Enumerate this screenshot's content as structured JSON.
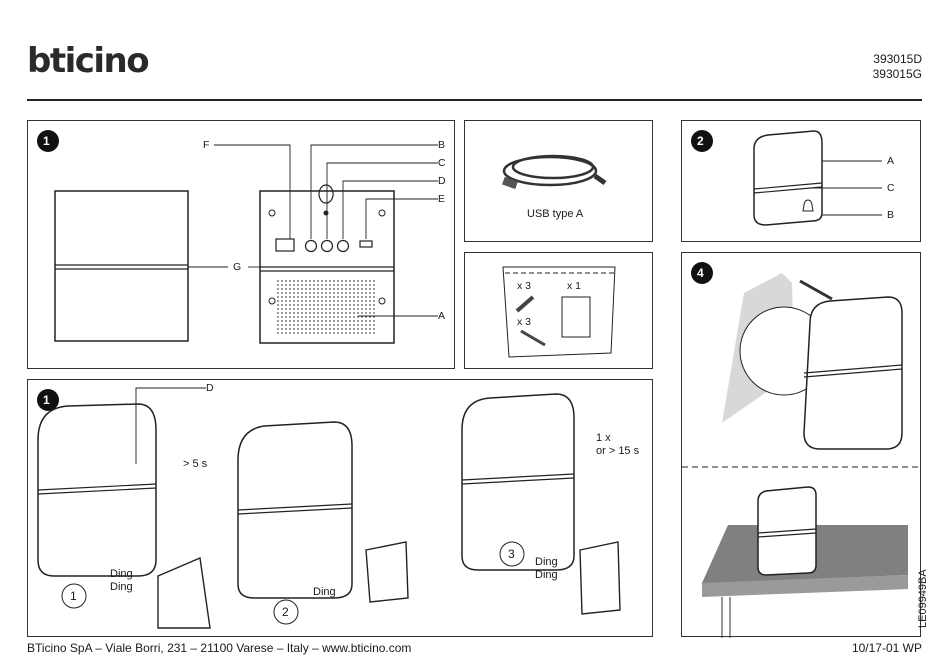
{
  "brand": {
    "logo_text": "bticino"
  },
  "header": {
    "codes": [
      "393015D",
      "393015G"
    ]
  },
  "panel_top": {
    "step": "1",
    "callouts": [
      "F",
      "B",
      "C",
      "D",
      "E",
      "G",
      "A"
    ]
  },
  "cable_panel": {
    "caption": "USB type A"
  },
  "kit_panel": {
    "qty_dowels": "x 3",
    "qty_screws": "x 3",
    "qty_adhesive": "x 1"
  },
  "panel_right_top": {
    "step": "2",
    "callouts": [
      "A",
      "C",
      "B"
    ]
  },
  "panel_right_bottom": {
    "step": "4"
  },
  "panel_bottom": {
    "step": "1",
    "callout_d": "D",
    "sub1": {
      "num": "1",
      "time": "> 5 s",
      "sound": [
        "Ding",
        "Ding"
      ]
    },
    "sub2": {
      "num": "2",
      "sound": "Ding"
    },
    "sub3": {
      "num": "3",
      "time": [
        "1 x",
        "or > 15 s"
      ],
      "sound": [
        "Ding",
        "Ding"
      ]
    }
  },
  "footer": {
    "address": "BTicino SpA – Viale Borri, 231 – 21100 Varese – Italy – www.bticino.com",
    "version": "10/17-01 WP",
    "doc_code": "LE09949BA"
  }
}
